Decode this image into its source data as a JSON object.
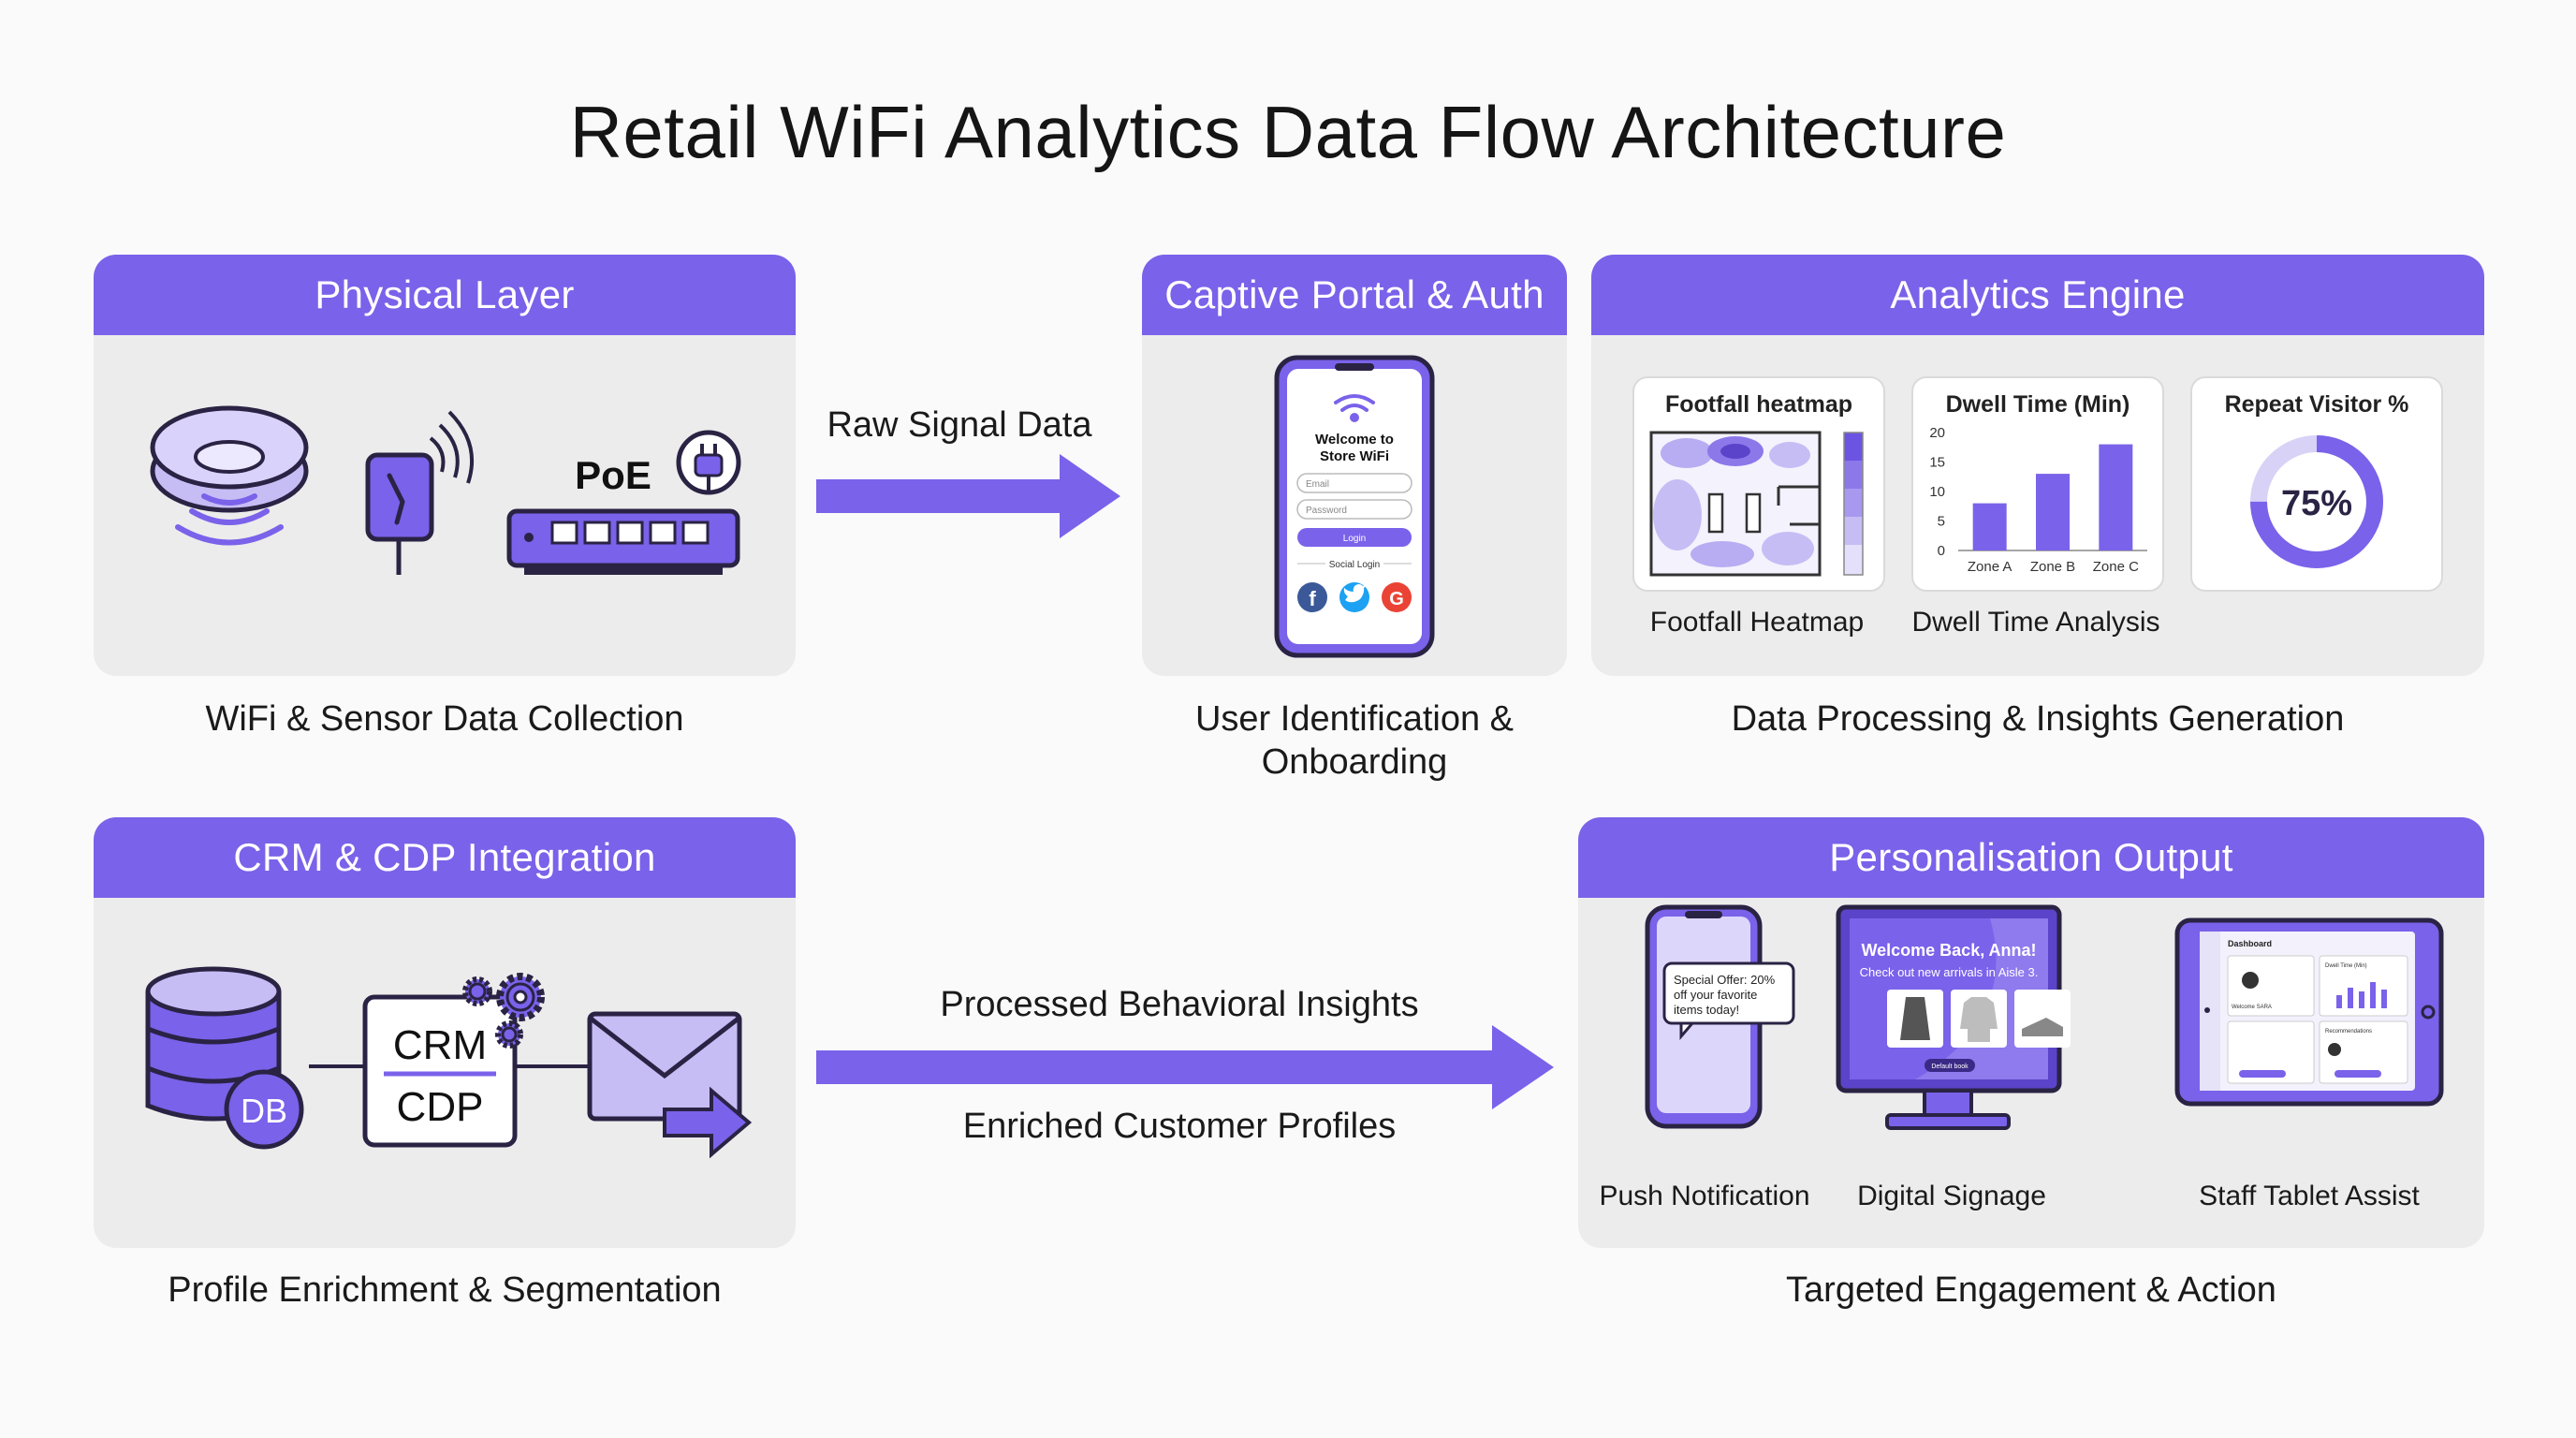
{
  "title": "Retail WiFi Analytics Data Flow Architecture",
  "colors": {
    "accent": "#7a62ea",
    "accent_light": "#c7bdf5",
    "panel_bg": "#ececec"
  },
  "physical": {
    "header": "Physical Layer",
    "poe_label": "PoE",
    "caption": "WiFi & Sensor Data Collection",
    "icons": [
      "access-point-icon",
      "sensor-icon",
      "poe-switch-icon",
      "power-plug-icon"
    ]
  },
  "captive": {
    "header": "Captive Portal & Auth",
    "phone_title_1": "Welcome to",
    "phone_title_2": "Store WiFi",
    "email_placeholder": "Email",
    "password_placeholder": "Password",
    "login_button": "Login",
    "social_label": "Social Login",
    "caption_1": "User Identification &",
    "caption_2": "Onboarding"
  },
  "analytics": {
    "header": "Analytics Engine",
    "heatmap_title": "Footfall heatmap",
    "heatmap_label": "Footfall Heatmap",
    "dwell_label": "Dwell Time Analysis",
    "repeat_title": "Repeat Visitor %",
    "repeat_value": "75%",
    "caption": "Data Processing & Insights Generation"
  },
  "crm": {
    "header": "CRM & CDP Integration",
    "db_label": "DB",
    "crm_label": "CRM",
    "cdp_label": "CDP",
    "caption": "Profile Enrichment & Segmentation"
  },
  "personal": {
    "header": "Personalisation Output",
    "push_text_1": "Special Offer: 20%",
    "push_text_2": "off your favorite",
    "push_text_3": "items today!",
    "push_label": "Push Notification",
    "signage_title": "Welcome Back, Anna!",
    "signage_sub": "Check out new arrivals in Aisle 3.",
    "signage_button": "Default book",
    "signage_label": "Digital Signage",
    "tablet_title": "Dashboard",
    "tablet_card_1": "Dwell Time (Min)",
    "tablet_card_2": "Recommendations",
    "tablet_card_3": "Welcome SARA",
    "tablet_label": "Staff Tablet Assist",
    "caption": "Targeted Engagement & Action"
  },
  "arrows": {
    "raw": "Raw Signal Data",
    "processed": "Processed Behavioral Insights",
    "enriched": "Enriched Customer Profiles"
  },
  "chart_data": {
    "type": "bar",
    "title": "Dwell Time (Min)",
    "categories": [
      "Zone A",
      "Zone B",
      "Zone C"
    ],
    "values": [
      8,
      13,
      18
    ],
    "ylim": [
      0,
      20
    ],
    "yticks": [
      0,
      5,
      10,
      15,
      20
    ]
  },
  "donut": {
    "value": 0.75
  }
}
